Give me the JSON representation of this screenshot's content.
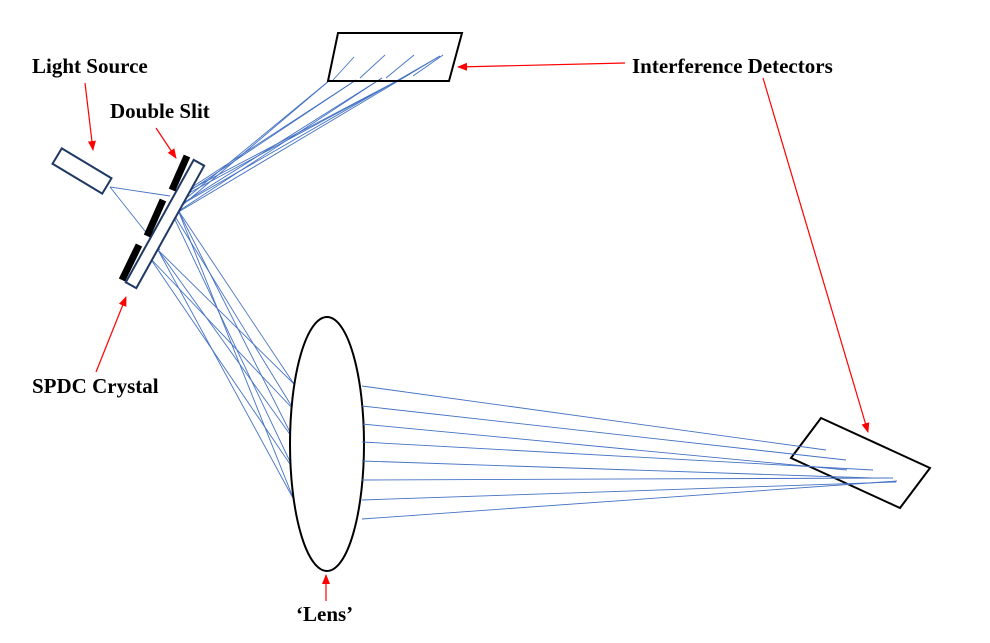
{
  "labels": {
    "light_source": "Light Source",
    "double_slit": "Double Slit",
    "spdc_crystal": "SPDC Crystal",
    "interference_detectors": "Interference Detectors",
    "lens": "‘Lens’"
  },
  "colors": {
    "beam": "#4472c4",
    "arrow": "#ff0000",
    "outline": "#000000",
    "source_outline": "#1f3864",
    "slit": "#000000"
  }
}
